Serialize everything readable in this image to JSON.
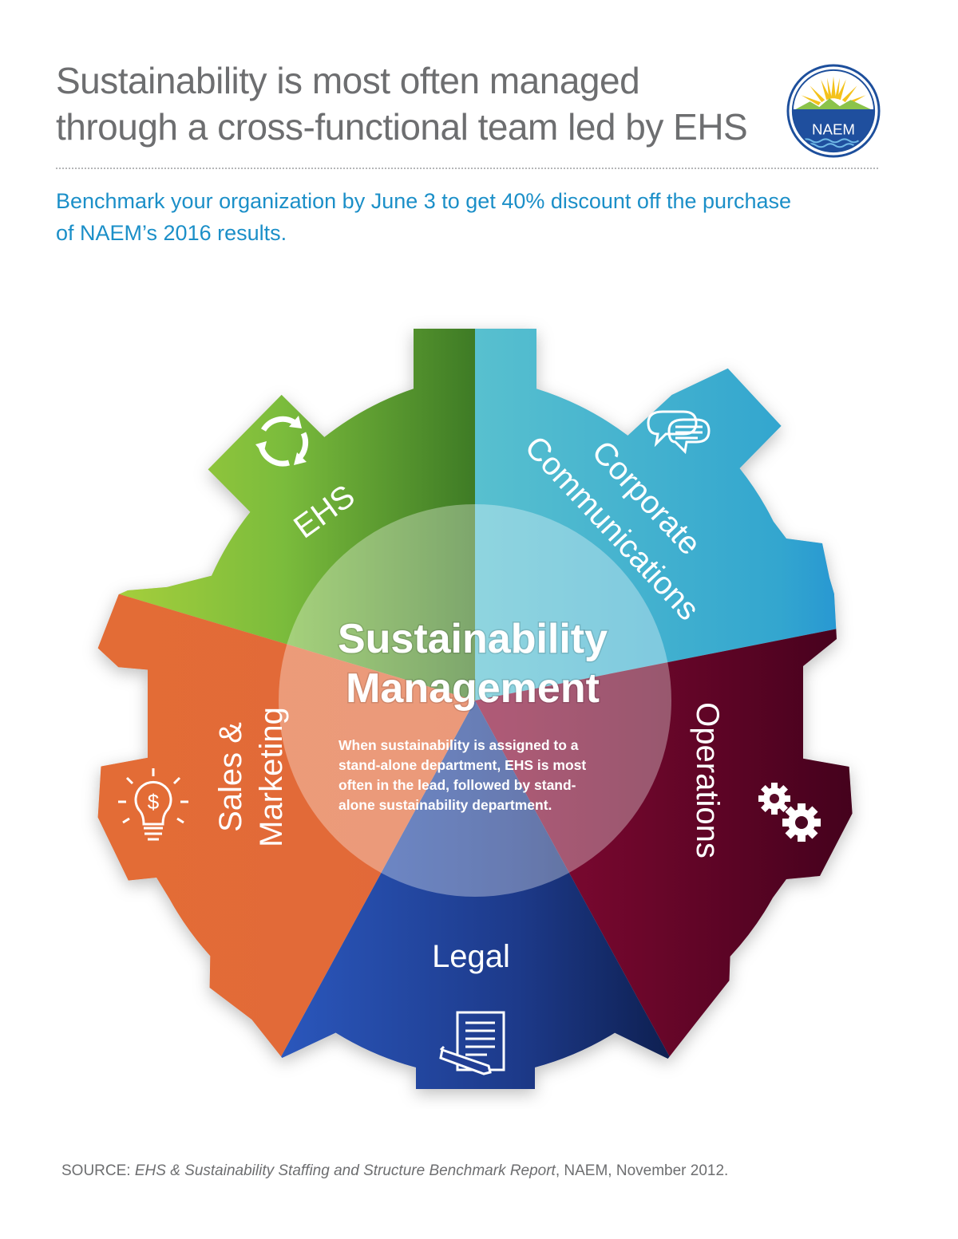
{
  "header": {
    "title_line1": "Sustainability is most often managed",
    "title_line2": "through a cross-functional team led by EHS",
    "subtitle_line1": "Benchmark your organization by June 3 to get 40% discount off the purchase",
    "subtitle_line2": "of NAEM’s 2016 results."
  },
  "logo": {
    "text": "NAEM",
    "icon": "naem-logo"
  },
  "diagram": {
    "center": {
      "title_line1": "Sustainability",
      "title_line2": "Management",
      "body_lines": [
        "When sustainability is assigned to a",
        "stand-alone department, EHS is most",
        "often in the lead, followed by stand-",
        "alone sustainability department."
      ]
    },
    "segments": [
      {
        "label": "EHS",
        "icon": "recycle-icon",
        "color": "#7ab83a"
      },
      {
        "label_line1": "Corporate",
        "label_line2": "Communications",
        "icon": "speech-bubbles-icon",
        "color": "#3fb0cf"
      },
      {
        "label": "Operations",
        "icon": "gears-icon",
        "color": "#6b0a2e"
      },
      {
        "label": "Legal",
        "icon": "document-pen-icon",
        "color": "#233f95"
      },
      {
        "label_line1": "Sales &",
        "label_line2": "Marketing",
        "icon": "lightbulb-dollar-icon",
        "color": "#e06a37"
      }
    ]
  },
  "source": {
    "prefix": "SOURCE: ",
    "report": "EHS & Sustainability Staffing and Structure Benchmark Report",
    "suffix": ", NAEM, November 2012."
  }
}
